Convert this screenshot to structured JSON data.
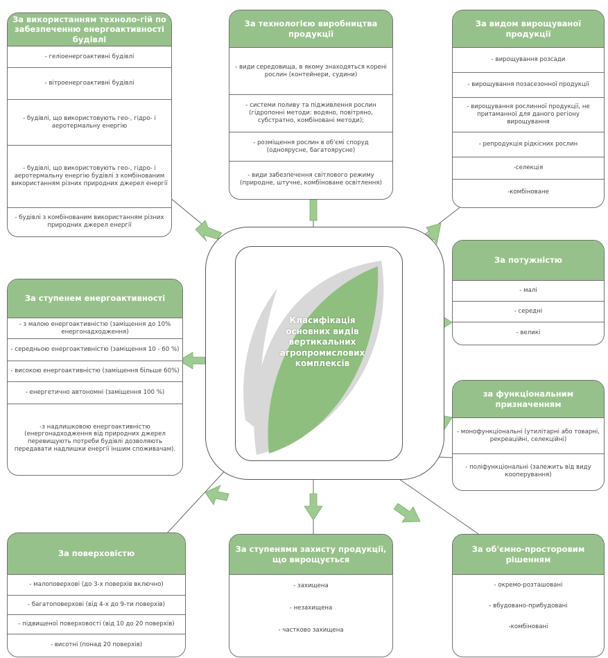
{
  "center": {
    "title": "Класифікація основних видів вертикальних агропромислових комплексів"
  },
  "colors": {
    "header_green": "#97c18a",
    "arrow_green": "#9ecb8f",
    "leaf_green": "#8fbf7e",
    "leaf_gray": "#d8d8d8",
    "border": "#6f6f6f"
  },
  "cards": {
    "tech_energy": {
      "title": "За використанням техноло-гій по забезпеченню енергоактивності будівлі",
      "items": [
        "- геліоенергоактивні будівлі",
        "- вітроенергоактивні будівлі",
        "- будівлі, що використовують гео-, гідро- і аеротермальну енергію",
        "- будівлі, що використовують гео-, гідро- і аеротермальну енергію будівлі з комбінованим використанням різних природних джерел енергії",
        "- будівлі з комбінованим використанням різних природних джерел енергії"
      ]
    },
    "production_tech": {
      "title": "За технологією виробництва продукції",
      "items": [
        "- види середовища, в якому знаходяться корені рослин (контейнери, судини)",
        "- системи поливу та підживлення рослин (гідропонні методи: водяно, повітряно, субстратно, комбіновані методи);",
        "- розміщення рослин в об'ємі споруд (одноярусне, багатоярусне)",
        "- види забезпечення світлового режиму (природне, штучне, комбіноване освітлення)"
      ]
    },
    "product_type": {
      "title": "За видом вирощуваної продукції",
      "items": [
        "- вирощування розсади",
        "- вирощування позасезонної продукції",
        "- вирощування рослинної продукції, не притаманної для даного регіону вирощування",
        "- репродукція рідкісних рослин",
        "-селекція",
        "-комбіноване"
      ]
    },
    "capacity": {
      "title": "За потужністю",
      "items": [
        "- малі",
        "- середні",
        "- великі"
      ]
    },
    "energy_level": {
      "title": "За ступенем енергоактивності",
      "items": [
        "- з малою енергоактивністю (заміщення до 10% енергонадходження)",
        "- середньою енергоактивністю (заміщення 10 - 60 %)",
        "- високою енергоактивністю (заміщення більше 60%)",
        "- енергетично автономні (заміщення 100 %)",
        "-з надлишковою енергоактивністю (енергонадходження від природних джерел перевищують потреби будівлі дозволяють передавати надлишки енергії іншим споживачам)."
      ]
    },
    "function": {
      "title": "за функціональним призначенням",
      "items": [
        "- монофункціональні (утилітарні або товарні, рекреаційні, селекційні)",
        "- поліфункціональні (залежить від виду кооперування)"
      ]
    },
    "floors": {
      "title": "За поверховістю",
      "items": [
        "- малоповерхові (до 3-х поверхів включно)",
        "- багатоповерхові (від 4-х до 9-ти поверхів)",
        "- підвищеної поверховості (від 10 до 20 поверхів)",
        "- висотні (понад 20 поверхів)"
      ]
    },
    "protection": {
      "title": "За ступенями захисту продукції, що вирощується",
      "items": [
        "- захищена",
        "- незахищена",
        "- частково захищена"
      ]
    },
    "spatial": {
      "title": "За об'ємно-просторовим рішенням",
      "items": [
        "- окремо-розташовані",
        "- вбудовано-прибудовані",
        "-комбіновані"
      ]
    }
  }
}
